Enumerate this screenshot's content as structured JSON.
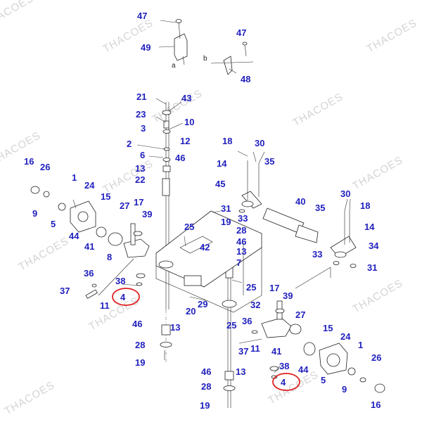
{
  "diagram": {
    "watermark": "THACOES",
    "markers": {
      "a": "a",
      "b": "b"
    },
    "callouts": [
      {
        "id": "c47a",
        "text": "47"
      },
      {
        "id": "c49",
        "text": "49"
      },
      {
        "id": "c47b",
        "text": "47"
      },
      {
        "id": "c48",
        "text": "48"
      },
      {
        "id": "c21",
        "text": "21"
      },
      {
        "id": "c43",
        "text": "43"
      },
      {
        "id": "c23",
        "text": "23"
      },
      {
        "id": "c10",
        "text": "10"
      },
      {
        "id": "c3",
        "text": "3"
      },
      {
        "id": "c12",
        "text": "12"
      },
      {
        "id": "c2",
        "text": "2"
      },
      {
        "id": "c6",
        "text": "6"
      },
      {
        "id": "c46a",
        "text": "46"
      },
      {
        "id": "c13a",
        "text": "13"
      },
      {
        "id": "c22",
        "text": "22"
      },
      {
        "id": "c18a",
        "text": "18"
      },
      {
        "id": "c30a",
        "text": "30"
      },
      {
        "id": "c14a",
        "text": "14"
      },
      {
        "id": "c35a",
        "text": "35"
      },
      {
        "id": "c45",
        "text": "45"
      },
      {
        "id": "c31a",
        "text": "31"
      },
      {
        "id": "c33a",
        "text": "33"
      },
      {
        "id": "c40",
        "text": "40"
      },
      {
        "id": "c35b",
        "text": "35"
      },
      {
        "id": "c30b",
        "text": "30"
      },
      {
        "id": "c18b",
        "text": "18"
      },
      {
        "id": "c14b",
        "text": "14"
      },
      {
        "id": "c33b",
        "text": "33"
      },
      {
        "id": "c34",
        "text": "34"
      },
      {
        "id": "c31b",
        "text": "31"
      },
      {
        "id": "c16a",
        "text": "16"
      },
      {
        "id": "c26a",
        "text": "26"
      },
      {
        "id": "c1a",
        "text": "1"
      },
      {
        "id": "c24a",
        "text": "24"
      },
      {
        "id": "c15a",
        "text": "15"
      },
      {
        "id": "c9a",
        "text": "9"
      },
      {
        "id": "c5a",
        "text": "5"
      },
      {
        "id": "c27a",
        "text": "27"
      },
      {
        "id": "c17a",
        "text": "17"
      },
      {
        "id": "c39a",
        "text": "39"
      },
      {
        "id": "c44a",
        "text": "44"
      },
      {
        "id": "c41a",
        "text": "41"
      },
      {
        "id": "c8",
        "text": "8"
      },
      {
        "id": "c36a",
        "text": "36"
      },
      {
        "id": "c38a",
        "text": "38"
      },
      {
        "id": "c37a",
        "text": "37"
      },
      {
        "id": "c4a",
        "text": "4"
      },
      {
        "id": "c11a",
        "text": "11"
      },
      {
        "id": "c25a",
        "text": "25"
      },
      {
        "id": "c19a",
        "text": "19"
      },
      {
        "id": "c28a",
        "text": "28"
      },
      {
        "id": "c42",
        "text": "42"
      },
      {
        "id": "c46b",
        "text": "46"
      },
      {
        "id": "c13b",
        "text": "13"
      },
      {
        "id": "c7",
        "text": "7"
      },
      {
        "id": "c25b",
        "text": "25"
      },
      {
        "id": "c29",
        "text": "29"
      },
      {
        "id": "c20",
        "text": "20"
      },
      {
        "id": "c25c",
        "text": "25"
      },
      {
        "id": "c17b",
        "text": "17"
      },
      {
        "id": "c39b",
        "text": "39"
      },
      {
        "id": "c32",
        "text": "32"
      },
      {
        "id": "c27b",
        "text": "27"
      },
      {
        "id": "c36b",
        "text": "36"
      },
      {
        "id": "c15b",
        "text": "15"
      },
      {
        "id": "c24b",
        "text": "24"
      },
      {
        "id": "c1b",
        "text": "1"
      },
      {
        "id": "c37b",
        "text": "37"
      },
      {
        "id": "c11b",
        "text": "11"
      },
      {
        "id": "c41b",
        "text": "41"
      },
      {
        "id": "c26b",
        "text": "26"
      },
      {
        "id": "c38b",
        "text": "38"
      },
      {
        "id": "c44b",
        "text": "44"
      },
      {
        "id": "c4b",
        "text": "4"
      },
      {
        "id": "c5b",
        "text": "5"
      },
      {
        "id": "c9b",
        "text": "9"
      },
      {
        "id": "c16b",
        "text": "16"
      },
      {
        "id": "c46c",
        "text": "46"
      },
      {
        "id": "c13c",
        "text": "13"
      },
      {
        "id": "c28b",
        "text": "28"
      },
      {
        "id": "c19b",
        "text": "19"
      },
      {
        "id": "c46d",
        "text": "46"
      },
      {
        "id": "c13d",
        "text": "13"
      },
      {
        "id": "c28c",
        "text": "28"
      },
      {
        "id": "c19c",
        "text": "19"
      }
    ],
    "highlight_color": "#e02020",
    "callout_color": "#1f1fbf"
  }
}
